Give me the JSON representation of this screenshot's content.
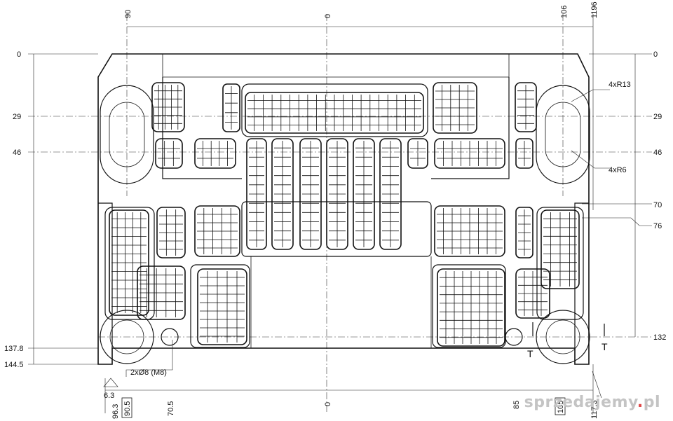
{
  "drawing": {
    "top_dims": [
      "90",
      "0",
      "106",
      "1196"
    ],
    "left_dims": [
      "0",
      "29",
      "46",
      "137.8",
      "144.5"
    ],
    "right_dims": [
      "0",
      "29",
      "46",
      "70",
      "76",
      "132"
    ],
    "bottom_dims": [
      "6.3",
      "96.3",
      "90.5",
      "70.5",
      "0",
      "85",
      "105",
      "117.3"
    ],
    "callouts": {
      "radius_large": "4xR13",
      "radius_small": "4xR6",
      "holes": "2xØ8 (M8)",
      "section_marker": "T"
    }
  },
  "watermark": {
    "text_before_dot": "sprzedajemy",
    "dot": ".",
    "text_after_dot": "pl"
  }
}
